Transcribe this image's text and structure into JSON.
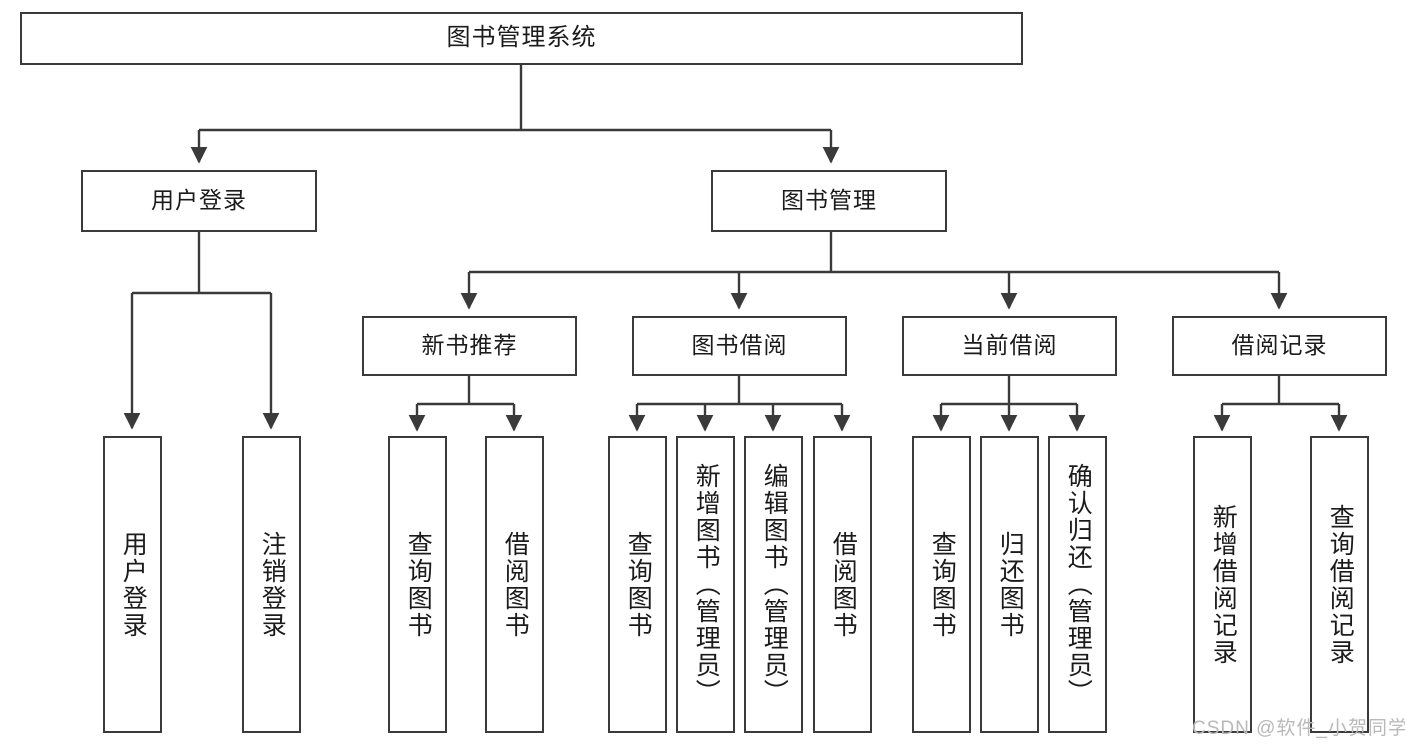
{
  "diagram": {
    "title": "图书管理系统",
    "type": "tree-hierarchy",
    "line_color": "#3a3a3a",
    "text_color": "#1b1b1b",
    "background": "#ffffff",
    "root": {
      "label": "图书管理系统"
    },
    "level2": [
      {
        "label": "用户登录"
      },
      {
        "label": "图书管理"
      }
    ],
    "level3": [
      {
        "label": "新书推荐"
      },
      {
        "label": "图书借阅"
      },
      {
        "label": "当前借阅"
      },
      {
        "label": "借阅记录"
      }
    ],
    "leaves": {
      "user_login": [
        {
          "label": "用户登录"
        },
        {
          "label": "注销登录"
        }
      ],
      "new_book": [
        {
          "label": "查询图书"
        },
        {
          "label": "借阅图书"
        }
      ],
      "book_borrow": [
        {
          "label": "查询图书"
        },
        {
          "label": "新增图书（管理员）"
        },
        {
          "label": "编辑图书（管理员）"
        },
        {
          "label": "借阅图书"
        }
      ],
      "current_borrow": [
        {
          "label": "查询图书"
        },
        {
          "label": "归还图书"
        },
        {
          "label": "确认归还（管理员）"
        }
      ],
      "borrow_record": [
        {
          "label": "新增借阅记录"
        },
        {
          "label": "查询借阅记录"
        }
      ]
    }
  },
  "watermark": {
    "text": "CSDN @软件_小贺同学",
    "color": "#b9b9b9"
  }
}
